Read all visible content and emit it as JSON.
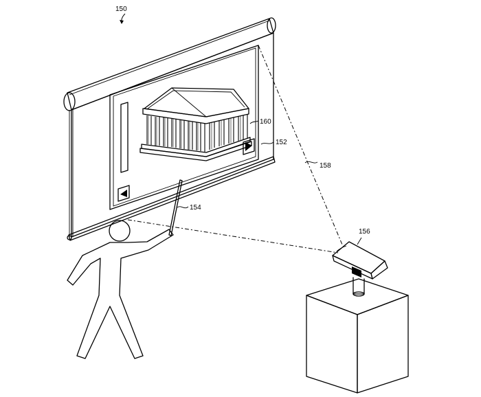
{
  "figure": {
    "labels": {
      "system": "150",
      "screen": "152",
      "pointer": "154",
      "projector": "156",
      "projection_beam": "158",
      "displayed_object": "160"
    },
    "icons": {
      "left_arrow": "left-triangle-arrow-icon",
      "right_arrow": "right-triangle-arrow-icon",
      "building": "temple-building-icon"
    }
  }
}
